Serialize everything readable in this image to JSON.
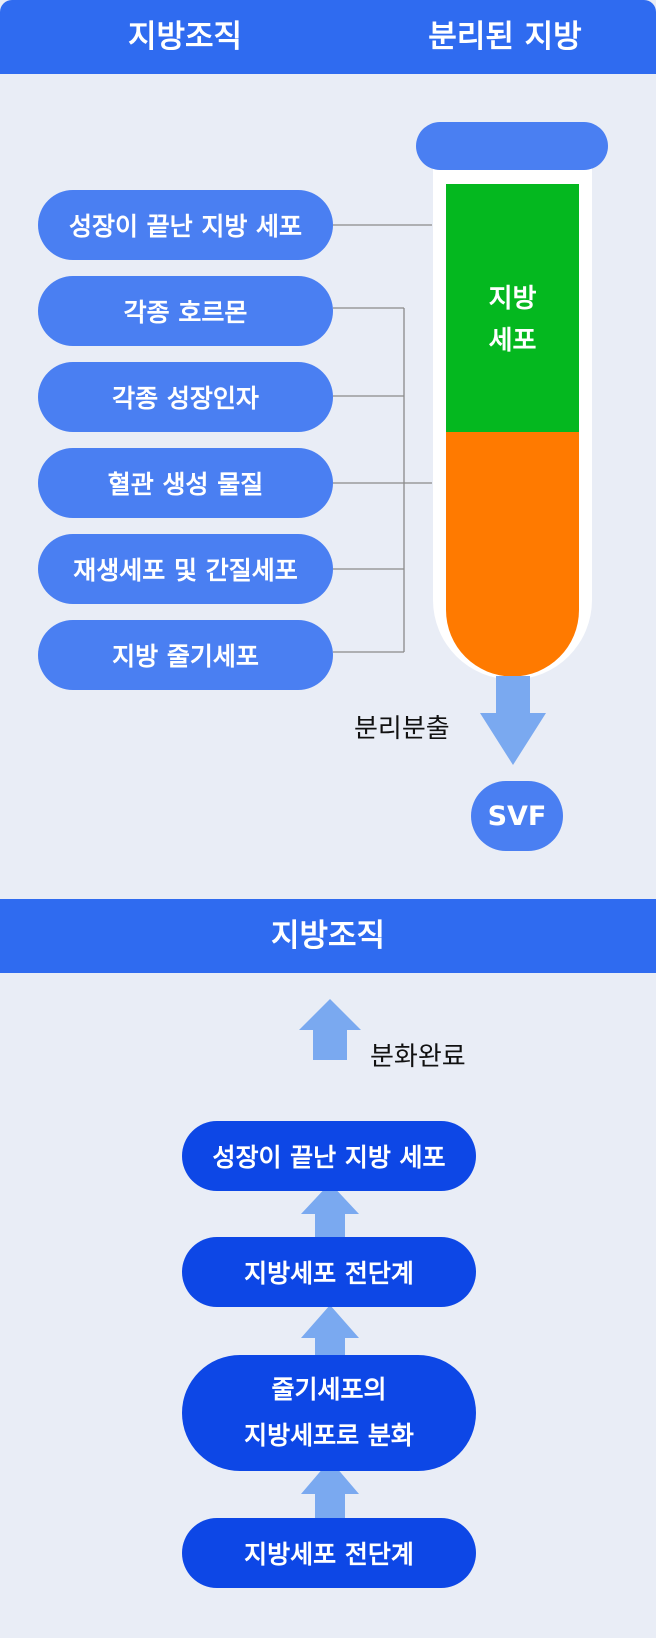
{
  "top_header": {
    "left_title": "지방조직",
    "right_title": "분리된 지방"
  },
  "left_items": [
    "성장이 끝난 지방 세포",
    "각종 호르몬",
    "각종 성장인자",
    "혈관 생성 물질",
    "재생세포 및 간질세포",
    "지방 줄기세포"
  ],
  "tube": {
    "top_layer_label_line1": "지방",
    "top_layer_label_line2": "세포",
    "colors": {
      "top_layer": "#04b81f",
      "bottom_layer": "#ff7a00",
      "cap": "#4a7ff2",
      "tube": "#ffffff"
    }
  },
  "separation_label": "분리분출",
  "svf_label": "SVF",
  "mid_header": {
    "title": "지방조직"
  },
  "differentiation": {
    "done_label": "분화완료",
    "stages": [
      {
        "line1": "성장이 끝난 지방 세포"
      },
      {
        "line1": "지방세포 전단계"
      },
      {
        "line1": "줄기세포의",
        "line2": "지방세포로 분화"
      },
      {
        "line1": "지방세포 전단계"
      }
    ]
  },
  "colors": {
    "header": "#2f6bf0",
    "pill_light": "#4a7ff2",
    "pill_dark": "#0d47e6",
    "arrow": "#7aa9f0",
    "background": "#e9edf6"
  }
}
